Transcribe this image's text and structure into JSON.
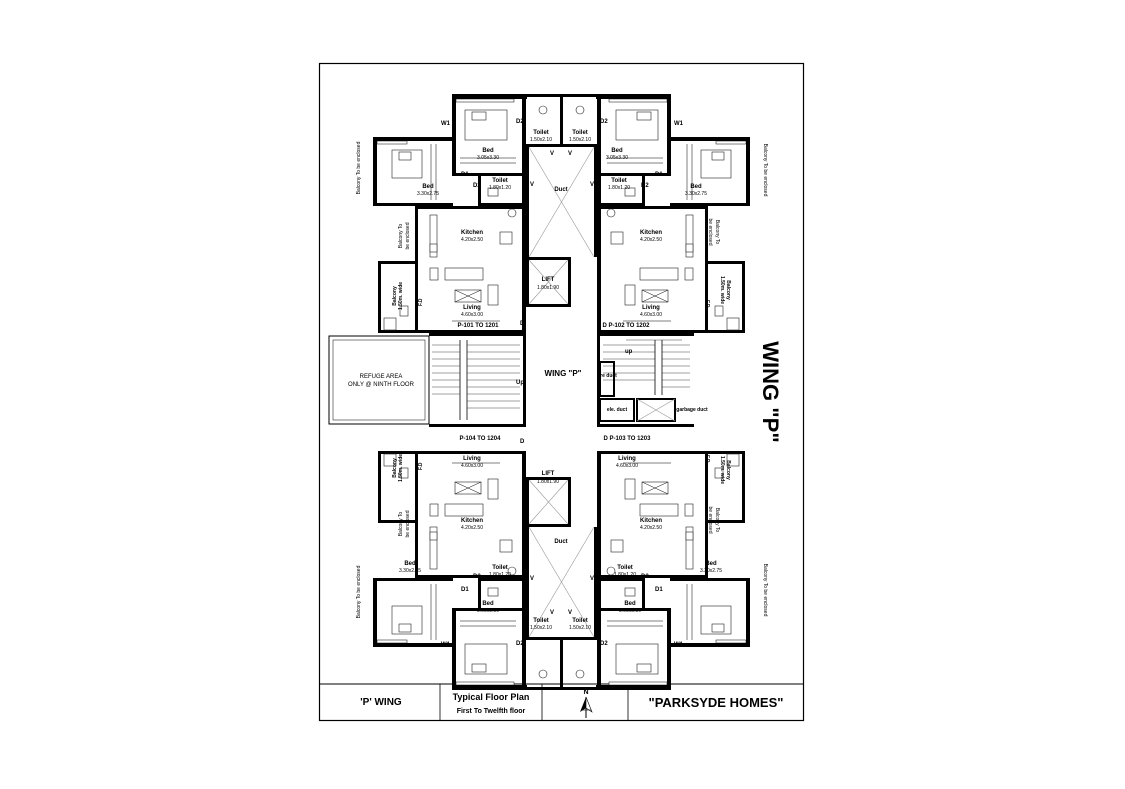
{
  "wing_title": "WING \"P\"",
  "center_label": "WING \"P\"",
  "refuge": {
    "line1": "REFUGE AREA",
    "line2": "ONLY @ NINTH FLOOR"
  },
  "flats": {
    "p101": "P-101 TO 1201",
    "p102": "D  P-102 TO 1202",
    "p103": "D  P-103 TO 1203",
    "p104": "P-104 TO 1204"
  },
  "rooms": {
    "bed_big_name": "Bed",
    "bed_big_dim": "3.05x3.30",
    "bed_small_name": "Bed",
    "bed_small_dim": "3.30x2.75",
    "toilet_name": "Toilet",
    "toilet_small_dim": "1.80x1.20",
    "toilet_big_dim": "1.50x2.10",
    "kitchen_name": "Kitchen",
    "kitchen_dim": "4.20x2.50",
    "living_name": "Living",
    "living_dim": "4.60x3.00",
    "lift_name": "LIFT",
    "lift_dim": "1.80x1.90",
    "duct": "Duct",
    "fd": "F.D",
    "balcony_living": "Balcony",
    "balcony_living_dim": "1.50m. wide",
    "balcony_enclosed": "Balcony To be enclosed",
    "balcony_kitchen_1": "Balcony To",
    "balcony_kitchen_2": "be enclosed"
  },
  "marks": {
    "w1": "W1",
    "d1": "D1",
    "d2": "D2",
    "d": "D",
    "v": "V",
    "up": "Up",
    "up_lower": "up"
  },
  "shafts": {
    "fire": "fire duct",
    "ele": "ele. duct",
    "garbage": "garbage duct"
  },
  "titleblock": {
    "wing": "'P' WING",
    "plan_title": "Typical Floor Plan",
    "plan_subtitle": "First To Twelfth floor",
    "north": "N",
    "project": "\"PARKSYDE HOMES\""
  }
}
